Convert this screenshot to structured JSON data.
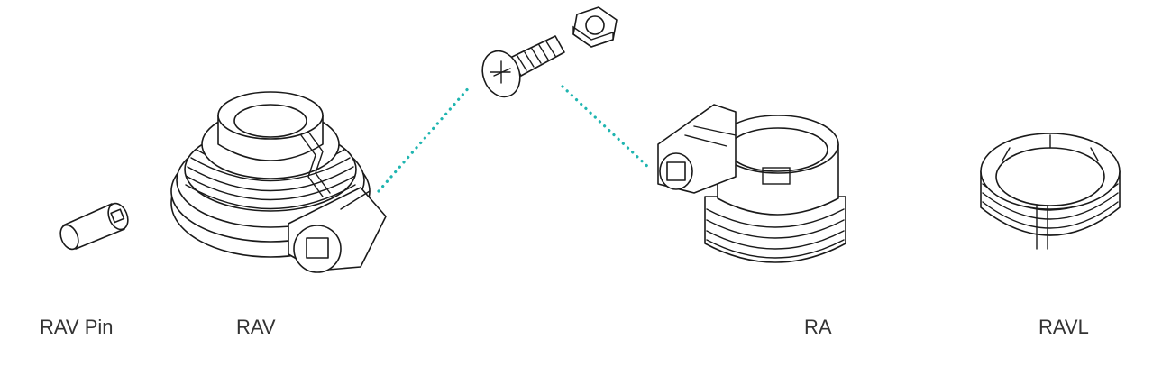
{
  "labels": {
    "rav_pin": "RAV Pin",
    "rav": "RAV",
    "ra": "RA",
    "ravl": "RAVL"
  },
  "parts": [
    {
      "id": "rav_pin",
      "icon": "pin-cylinder-icon"
    },
    {
      "id": "rav",
      "icon": "threaded-adapter-icon"
    },
    {
      "id": "screw",
      "icon": "phillips-screw-icon"
    },
    {
      "id": "nut",
      "icon": "hex-nut-icon"
    },
    {
      "id": "ra",
      "icon": "clamp-adapter-icon"
    },
    {
      "id": "ravl",
      "icon": "split-ring-icon"
    }
  ],
  "colors": {
    "line_art": "#1a1a1a",
    "dotted_guide": "#1fb5b0",
    "label_text": "#333333"
  }
}
